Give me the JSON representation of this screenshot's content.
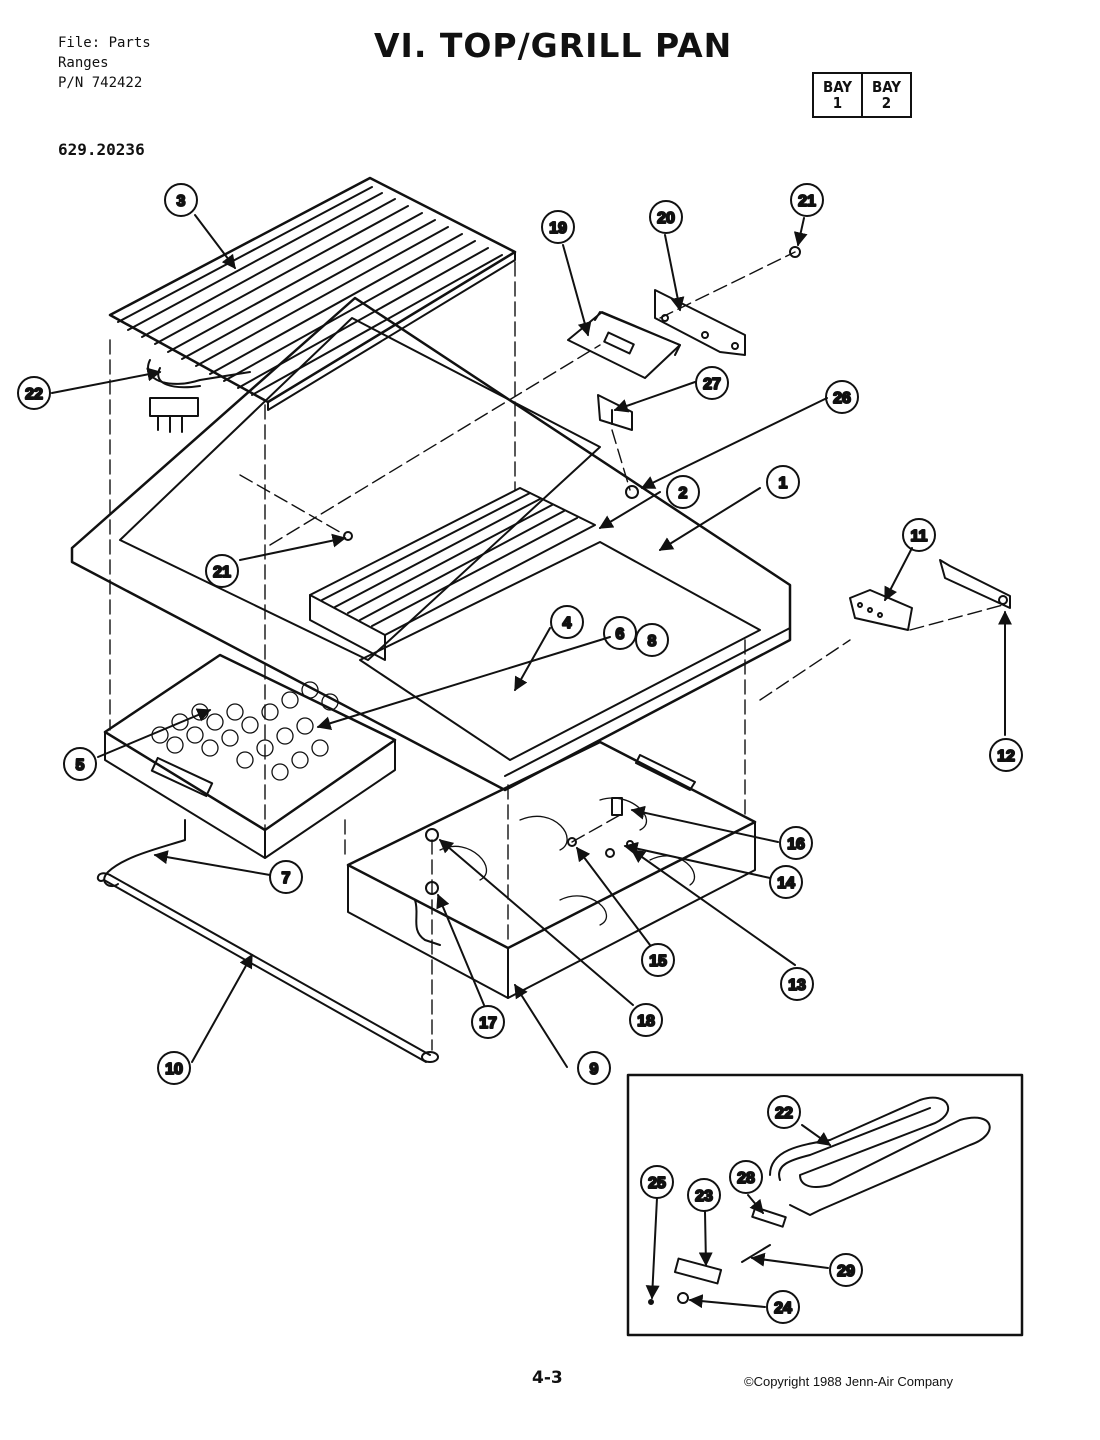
{
  "header": {
    "line1": "File: Parts",
    "line2": "Ranges",
    "line3": "P/N 742422",
    "title": "VI. TOP/GRILL PAN",
    "model": "629.20236"
  },
  "bay": [
    {
      "label": "BAY",
      "num": "1"
    },
    {
      "label": "BAY",
      "num": "2"
    }
  ],
  "callouts": [
    "1",
    "2",
    "3",
    "4",
    "5",
    "6",
    "7",
    "8",
    "9",
    "10",
    "11",
    "12",
    "13",
    "14",
    "15",
    "16",
    "17",
    "18",
    "19",
    "20",
    "21",
    "21",
    "22",
    "22",
    "23",
    "24",
    "25",
    "26",
    "27",
    "28",
    "29"
  ],
  "footer": {
    "page": "4-3",
    "copyright": "©Copyright 1988 Jenn-Air Company"
  }
}
